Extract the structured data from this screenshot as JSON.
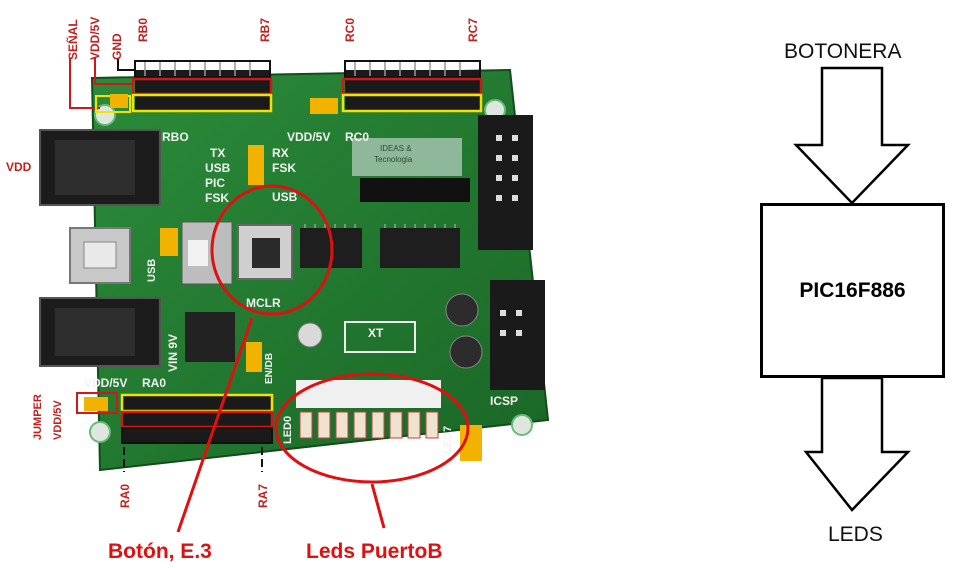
{
  "board": {
    "pin_labels_top": {
      "senal": "SEÑAL",
      "vdd5v": "VDD/5V",
      "gnd": "GND",
      "rb0": "RB0",
      "rb7": "RB7",
      "rc0": "RC0",
      "rc7": "RC7"
    },
    "pin_labels_side": {
      "vdd": "VDD",
      "jumper": "JUMPER",
      "jumper_vdd5v": "VDD/5V",
      "ra0": "RA0",
      "ra7": "RA7"
    },
    "silkscreen": {
      "vdd5v_left": "VDD/5V",
      "ra0": "RA0",
      "rbo": "RBO",
      "vdd5v_mid": "VDD/5V",
      "rc0": "RC0",
      "tx": "TX",
      "usb": "USB",
      "pic": "PIC",
      "fsk": "FSK",
      "rx": "RX",
      "fsk2": "FSK",
      "usb2": "USB",
      "mclr": "MCLR",
      "xt": "XT",
      "icsp": "ICSP",
      "led0": "LED0",
      "led7": "LED7",
      "vin": "VIN 9V",
      "usb_side": "USB",
      "en": "EN/DB",
      "logo_line1": "IDEAS &",
      "logo_line2": "Tecnologia"
    },
    "annotations": {
      "button": "Botón, E.3",
      "leds": "Leds PuertoB"
    }
  },
  "flow": {
    "input_label": "BOTONERA",
    "chip_label": "PIC16F886",
    "output_label": "LEDS"
  },
  "colors": {
    "annotation_red": "#e01010",
    "label_red": "#c41e1e",
    "pcb_green": "#1f7a2e",
    "header_yellow": "#f2e200"
  }
}
